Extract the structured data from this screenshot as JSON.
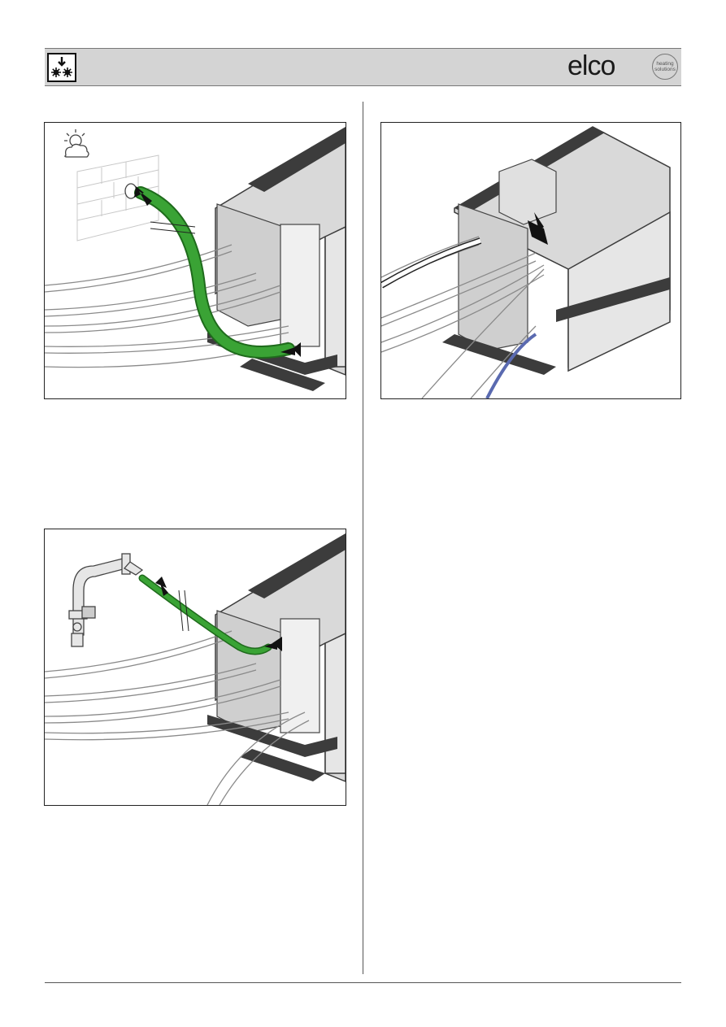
{
  "header": {
    "section_icon": "frost-protection-icon",
    "brand": {
      "name": "elco",
      "tagline_line1": "heating",
      "tagline_line2": "solutions"
    }
  },
  "figures": [
    {
      "id": "fig1",
      "content": "boiler-condensate-hose-to-outside-illustration",
      "highlight_color": "#3aa335"
    },
    {
      "id": "fig2",
      "content": "boiler-top-cover-mount-illustration",
      "highlight_color": "#222222"
    },
    {
      "id": "fig3",
      "content": "boiler-gas-line-connection-illustration",
      "highlight_color": "#3aa335"
    }
  ],
  "colors": {
    "accent_green": "#3aa335",
    "header_bg": "#d4d4d4",
    "boiler_dark": "#3c3c3c",
    "boiler_light": "#d9d9d9"
  }
}
